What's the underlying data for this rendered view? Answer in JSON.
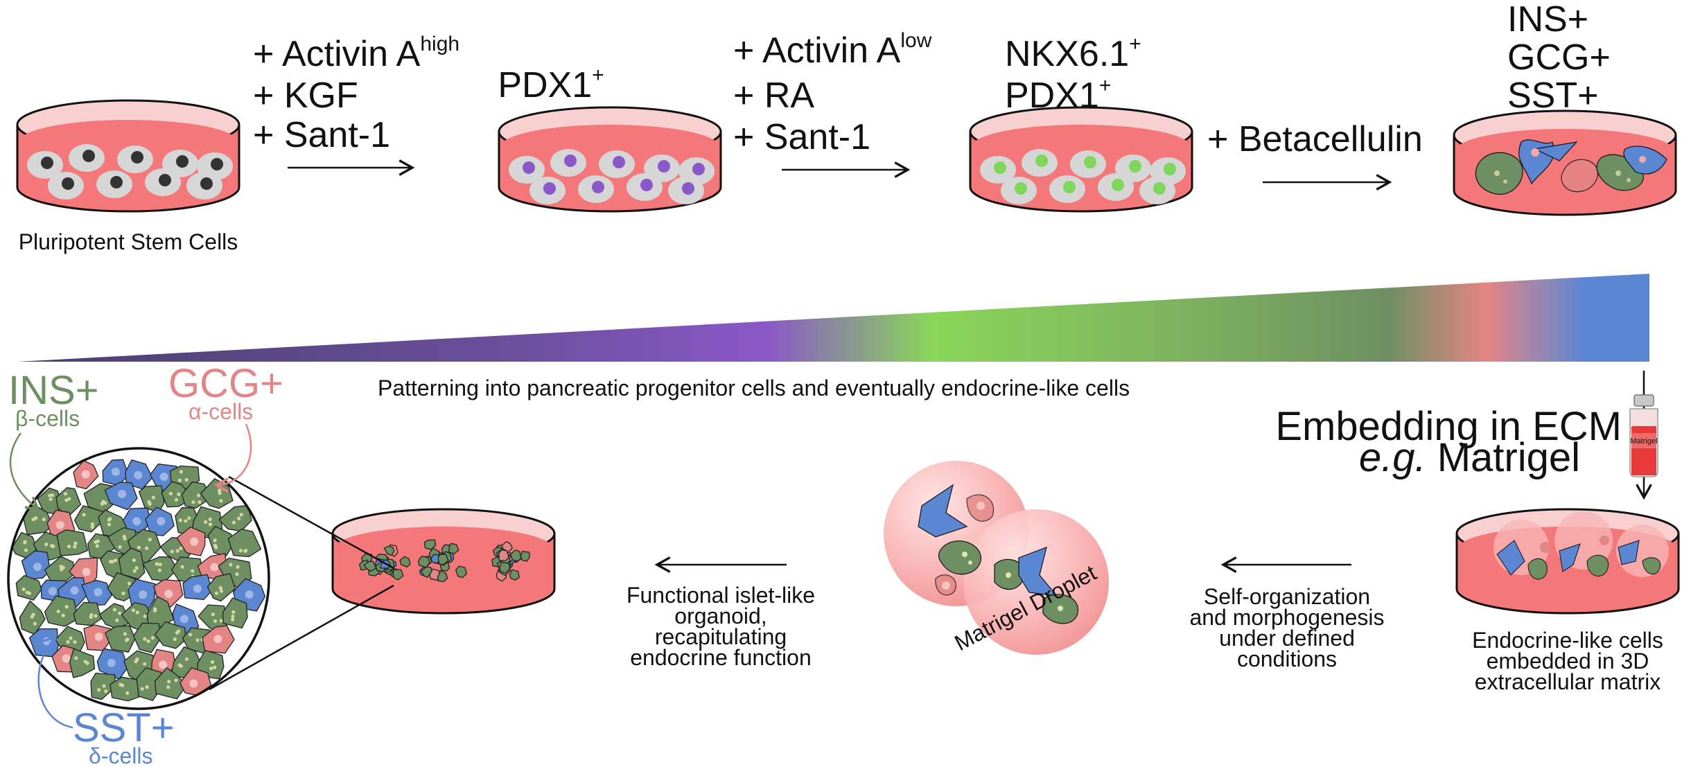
{
  "stages": {
    "stem": {
      "label": "Pluripotent Stem Cells"
    },
    "step1": {
      "line1": "+ Activin A",
      "line1_sup": "high",
      "line2": "+ KGF",
      "line3": "+ Sant-1"
    },
    "pdx1": {
      "label": "PDX1",
      "sup": "+"
    },
    "step2": {
      "line1": "+ Activin A",
      "line1_sup": "low",
      "line2": "+ RA",
      "line3": "+ Sant-1"
    },
    "nkx": {
      "line1": "NKX6.1",
      "line1_sup": "+",
      "line2": "PDX1",
      "line2_sup": "+"
    },
    "step3": {
      "label": "+ Betacellulin"
    },
    "endocrine": {
      "line1": "INS+",
      "line2": "GCG+",
      "line3": "SST+"
    }
  },
  "gradient": {
    "caption": "Patterning into pancreatic progenitor cells and eventually endocrine-like cells",
    "colors": [
      "#4a3f70",
      "#8b58c8",
      "#8ad65a",
      "#6d8f62",
      "#e48585",
      "#5b86d2"
    ]
  },
  "embedding": {
    "line1": "Embedding in ECM",
    "line2_italic": "e.g.",
    "line2_rest": " Matrigel",
    "vial_label": "Matrigel",
    "caption": [
      "Endocrine-like cells",
      "embedded in 3D",
      "extracellular matrix"
    ]
  },
  "self_org": {
    "caption": [
      "Self-organization",
      "and morphogenesis",
      "under defined",
      "conditions"
    ]
  },
  "droplet": {
    "label": "Matrigel Droplet"
  },
  "organoid": {
    "caption": [
      "Functional islet-like",
      "organoid,",
      "recapitulating",
      "endocrine function"
    ]
  },
  "legend": {
    "ins": {
      "label": "INS+",
      "sub": "β-cells",
      "color": "#6d8f62"
    },
    "gcg": {
      "label": "GCG+",
      "sub": "α-cells",
      "color": "#e48585"
    },
    "sst": {
      "label": "SST+",
      "sub": "δ-cells",
      "color": "#5b86d2"
    }
  },
  "colors": {
    "media": "#f47779",
    "media_dark": "#e86a6c",
    "cell": "#d6d6d6",
    "nucleus_stem": "#333333",
    "nucleus_pdx": "#8a58c9",
    "nucleus_nkx": "#7fd65a",
    "beta": "#6d8f62",
    "alpha": "#e48585",
    "delta": "#5b86d2"
  }
}
